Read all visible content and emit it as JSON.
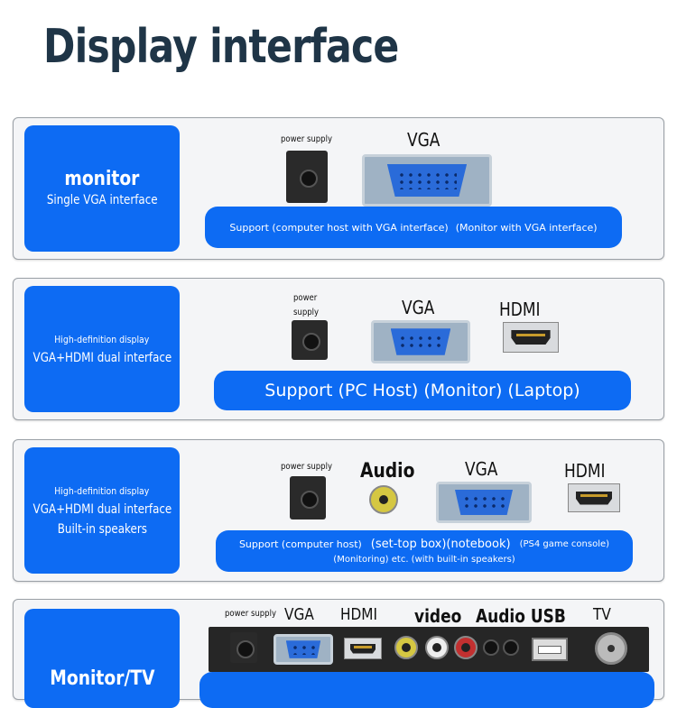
{
  "title": "Display interface",
  "panels": [
    {
      "box_title": "monitor",
      "box_sub": "Single VGA interface",
      "ports": {
        "power": "power supply",
        "vga": "VGA"
      },
      "support_a": "Support (computer host with VGA interface)",
      "support_b": "(Monitor with VGA interface)"
    },
    {
      "box_line1": "High-definition display",
      "box_line2": "VGA+HDMI dual interface",
      "ports": {
        "power_a": "power",
        "power_b": "supply",
        "vga": "VGA",
        "hdmi": "HDMI"
      },
      "support": "Support (PC Host) (Monitor) (Laptop)"
    },
    {
      "box_line1": "High-definition display",
      "box_line2": "VGA+HDMI dual interface",
      "box_line3": "Built-in speakers",
      "ports": {
        "power": "power supply",
        "audio": "Audio",
        "vga": "VGA",
        "hdmi": "HDMI"
      },
      "support_a": "Support (computer host)",
      "support_b": "(set-top box)(notebook)",
      "support_c": "(PS4 game console)",
      "support_d": "(Monitoring) etc. (with built-in speakers)"
    },
    {
      "box_title": "Monitor/TV",
      "ports": {
        "power": "power supply",
        "vga": "VGA",
        "hdmi": "HDMI",
        "video": "video",
        "audio_usb": "Audio USB",
        "tv": "TV"
      }
    }
  ]
}
